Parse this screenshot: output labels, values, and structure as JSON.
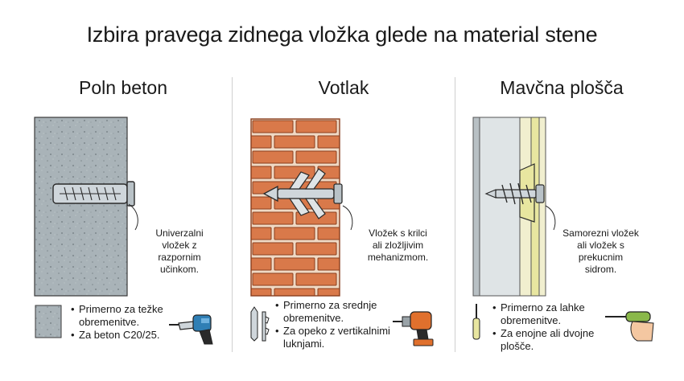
{
  "title": "Izbira pravega zidnega vložka glede na material stene",
  "columns": [
    {
      "heading": "Poln beton",
      "callout": [
        "Univerzalni",
        "vložek z",
        "razpornim",
        "učinkom."
      ],
      "bullets": [
        "Primerno za težke obremenitve.",
        "Za beton C20/25."
      ],
      "tool_icon": "hammer-drill-icon"
    },
    {
      "heading": "Votlak",
      "callout": [
        "Vložek s krilci",
        "ali zložljivim",
        "mehanizmom."
      ],
      "bullets": [
        "Primerno za srednje obremenitve.",
        "Za opeko z vertikalnimi luknjami."
      ],
      "tool_icon": "cordless-drill-icon"
    },
    {
      "heading": "Mavčna plošča",
      "callout": [
        "Samorezni vložek",
        "ali vložek s",
        "prekucnim",
        "sidrom."
      ],
      "bullets": [
        "Primerno za lahke obremenitve.",
        "Za enojne ali dvojne plošče."
      ],
      "tool_icon": "screwdriver-icon"
    }
  ],
  "colors": {
    "concrete": "#a9b3b8",
    "brick": "#d9794a",
    "mortar": "#f0d9c4",
    "gypsum": "#dfe4e6",
    "anchor": "#cfd6db",
    "accent_yellow": "#e8e6a0"
  }
}
